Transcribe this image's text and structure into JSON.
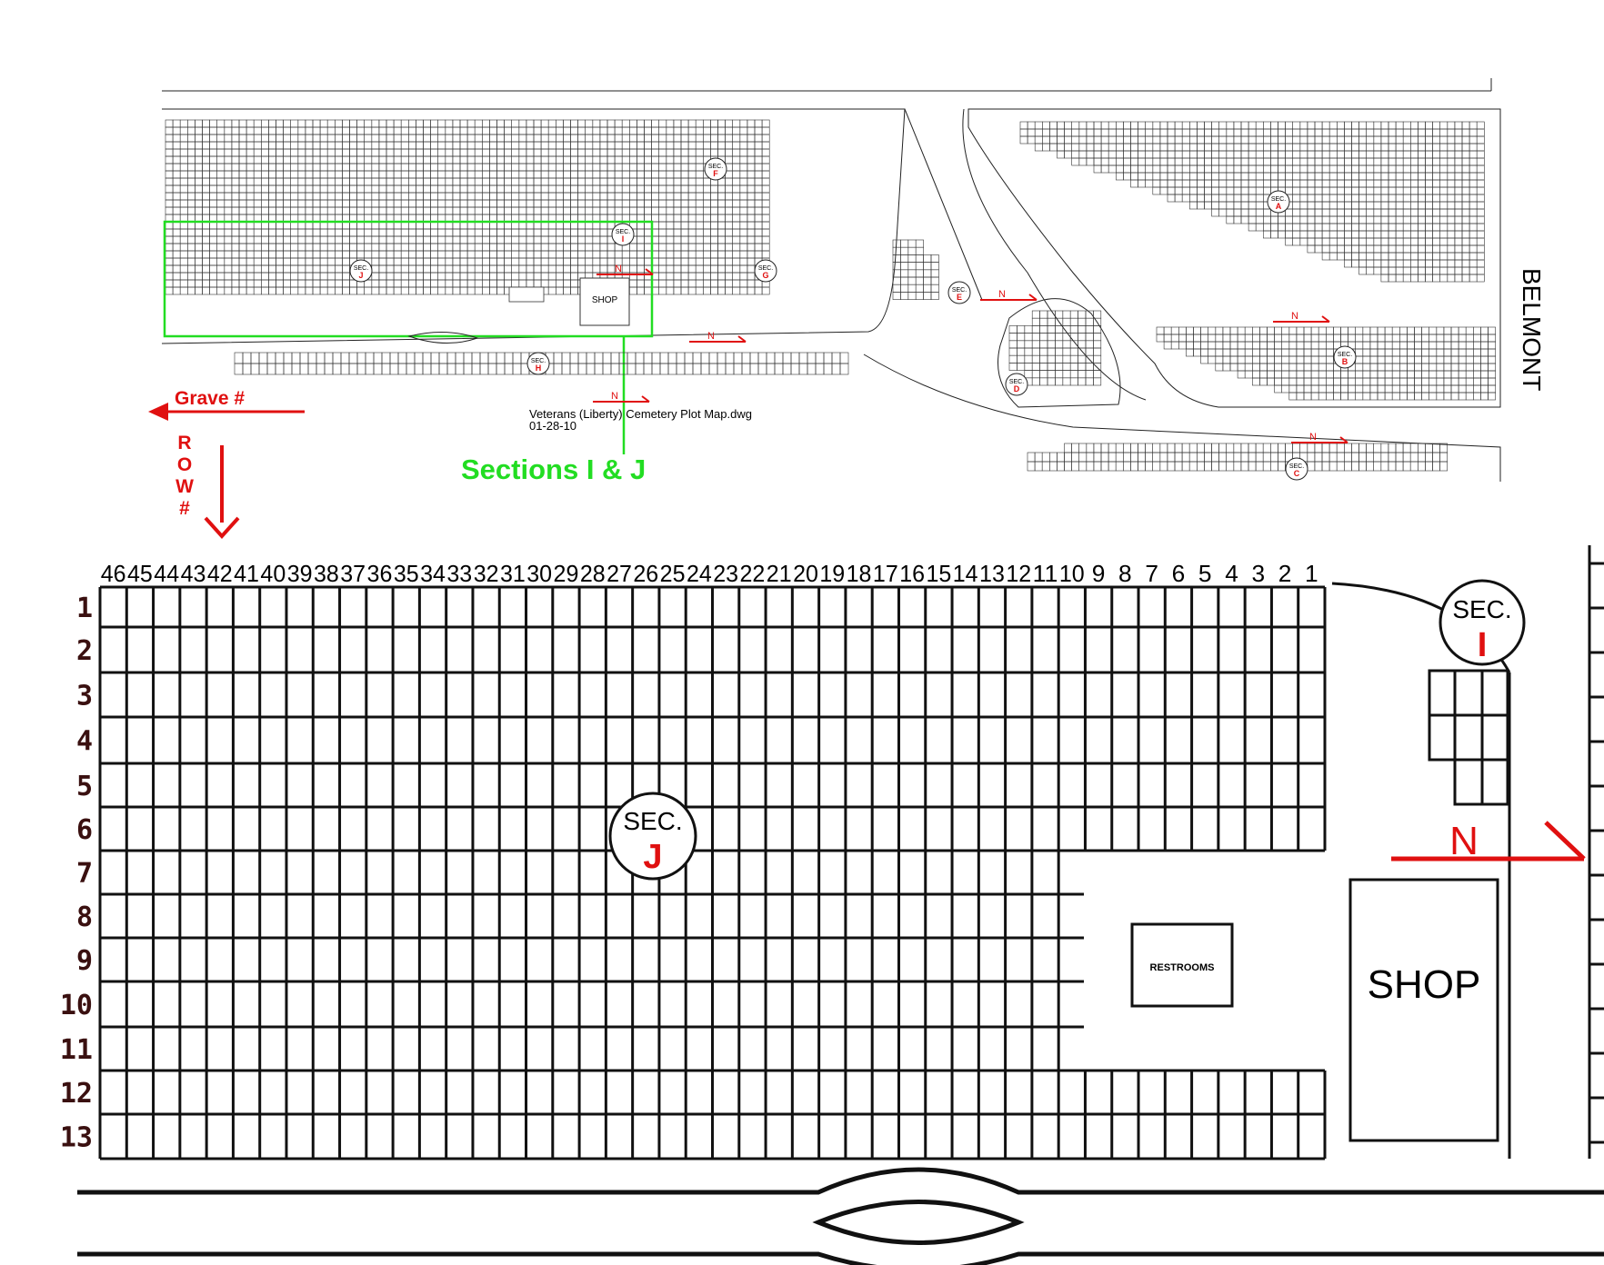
{
  "colors": {
    "red": "#e01010",
    "green": "#22dd22",
    "ink": "#111111"
  },
  "overview": {
    "title_line1": "Veterans (Liberty) Cemetery Plot Map.dwg",
    "title_line2": "01-28-10",
    "street": "BELMONT",
    "north": "N",
    "shop": "SHOP",
    "sections": [
      {
        "id": "F",
        "sec": "SEC.",
        "letter": "F"
      },
      {
        "id": "J",
        "sec": "SEC.",
        "letter": "J"
      },
      {
        "id": "I",
        "sec": "SEC.",
        "letter": "I"
      },
      {
        "id": "G",
        "sec": "SEC.",
        "letter": "G"
      },
      {
        "id": "E",
        "sec": "SEC.",
        "letter": "E"
      },
      {
        "id": "A",
        "sec": "SEC.",
        "letter": "A"
      },
      {
        "id": "B",
        "sec": "SEC.",
        "letter": "B"
      },
      {
        "id": "H",
        "sec": "SEC.",
        "letter": "H"
      },
      {
        "id": "D",
        "sec": "SEC.",
        "letter": "D"
      },
      {
        "id": "C",
        "sec": "SEC.",
        "letter": "C"
      }
    ]
  },
  "legend": {
    "grave_label": "Grave #",
    "row_letters": [
      "R",
      "O",
      "W",
      "#"
    ],
    "sections_callout": "Sections I & J"
  },
  "detail": {
    "sec_j": {
      "sec": "SEC.",
      "letter": "J"
    },
    "sec_i": {
      "sec": "SEC.",
      "letter": "I"
    },
    "north": "N",
    "restrooms": "RESTROOMS",
    "shop": "SHOP",
    "grave_numbers": [
      "46",
      "45",
      "44",
      "43",
      "42",
      "41",
      "40",
      "39",
      "38",
      "37",
      "36",
      "35",
      "34",
      "33",
      "32",
      "31",
      "30",
      "29",
      "28",
      "27",
      "26",
      "25",
      "24",
      "23",
      "22",
      "21",
      "20",
      "19",
      "18",
      "17",
      "16",
      "15",
      "14",
      "13",
      "12",
      "11",
      "10",
      "9",
      "8",
      "7",
      "6",
      "5",
      "4",
      "3",
      "2",
      "1"
    ],
    "row_numbers": [
      "1",
      "2",
      "3",
      "4",
      "5",
      "6",
      "7",
      "8",
      "9",
      "10",
      "11",
      "12",
      "13"
    ]
  }
}
